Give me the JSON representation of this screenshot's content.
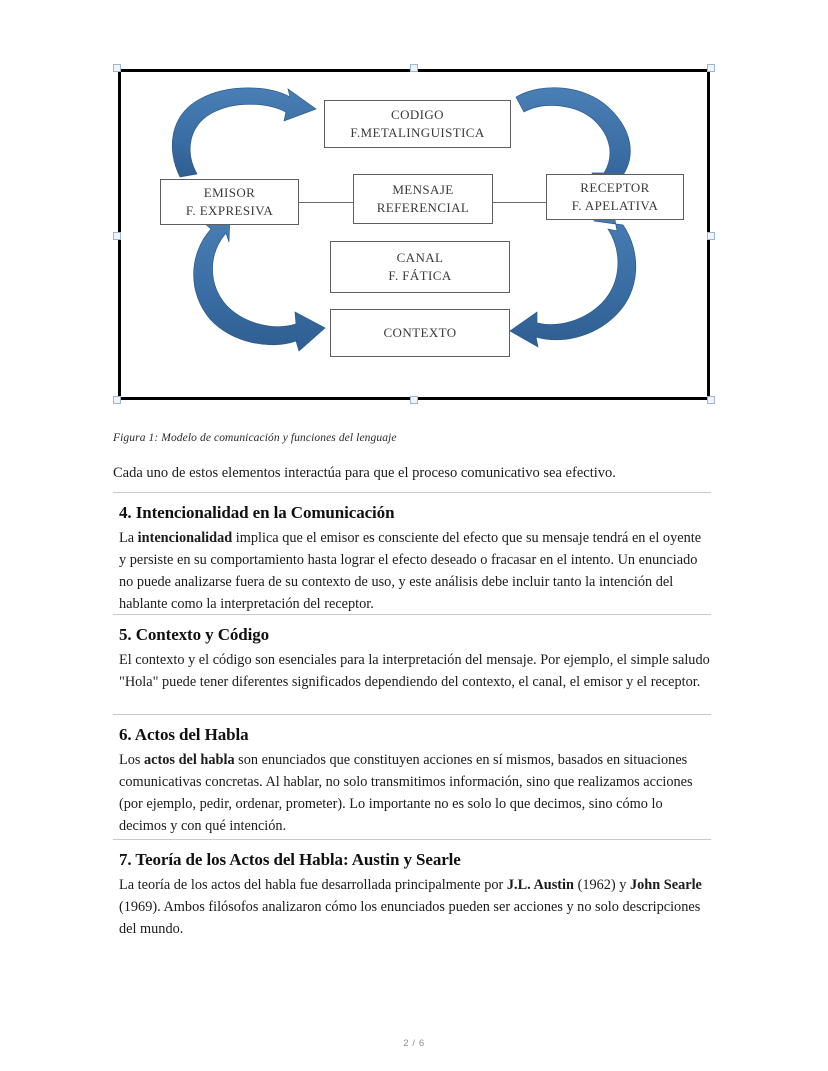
{
  "document": {
    "figure": {
      "caption": "Figura 1: Modelo de comunicación y funciones del lenguaje",
      "alt_title": "Modelo de comunicación y funciones del lenguaje",
      "selected": true,
      "arrow_color": "#3a6ea5",
      "box_border_color": "#5e5e5e",
      "frame_color": "#000000",
      "handle_color": "#eef4fa",
      "boxes": [
        {
          "id": "codigo",
          "line1": "CODIGO",
          "line2": "F.METALINGUISTICA"
        },
        {
          "id": "emisor",
          "line1": "EMISOR",
          "line2": "F. EXPRESIVA"
        },
        {
          "id": "mensaje",
          "line1": "MENSAJE",
          "line2": "REFERENCIAL"
        },
        {
          "id": "receptor",
          "line1": "RECEPTOR",
          "line2": "F. APELATIVA"
        },
        {
          "id": "canal",
          "line1": "CANAL",
          "line2": "F. FÁTICA"
        },
        {
          "id": "contexto",
          "line1": "CONTEXTO",
          "line2": ""
        }
      ]
    },
    "lead_paragraph": "Cada uno de estos elementos interactúa para que el proceso comunicativo sea efectivo.",
    "sections": [
      {
        "id": "s4",
        "title": "4. Intencionalidad en la Comunicación",
        "body_html": "La <b>intencionalidad</b> implica que el emisor es consciente del efecto que su mensaje tendrá en el oyente y persiste en su comportamiento hasta lograr el efecto deseado o fracasar en el intento. Un enunciado no puede analizarse fuera de su contexto de uso, y este análisis debe incluir tanto la intención del hablante como la interpretación del receptor."
      },
      {
        "id": "s5",
        "title": "5. Contexto y Código",
        "body_html": "El contexto y el código son esenciales para la interpretación del mensaje. Por ejemplo, el simple saludo \"Hola\" puede tener diferentes significados dependiendo del contexto, el canal, el emisor y el receptor."
      },
      {
        "id": "s6",
        "title": "6. Actos del Habla",
        "body_html": "Los <b>actos del habla</b> son enunciados que constituyen acciones en sí mismos, basados en situaciones comunicativas concretas. Al hablar, no solo transmitimos información, sino que realizamos acciones (por ejemplo, pedir, ordenar, prometer). Lo importante no es solo lo que decimos, sino cómo lo decimos y con qué intención."
      },
      {
        "id": "s7",
        "title": "7. Teoría de los Actos del Habla: Austin y Searle",
        "body_html": "La teoría de los actos del habla fue desarrollada principalmente por <b>J.L. Austin</b> (1962) y <b>John Searle</b> (1969). Ambos filósofos analizaron cómo los enunciados pueden ser acciones y no solo descripciones del mundo."
      }
    ],
    "footer": {
      "page_indicator": "2 / 6"
    }
  }
}
